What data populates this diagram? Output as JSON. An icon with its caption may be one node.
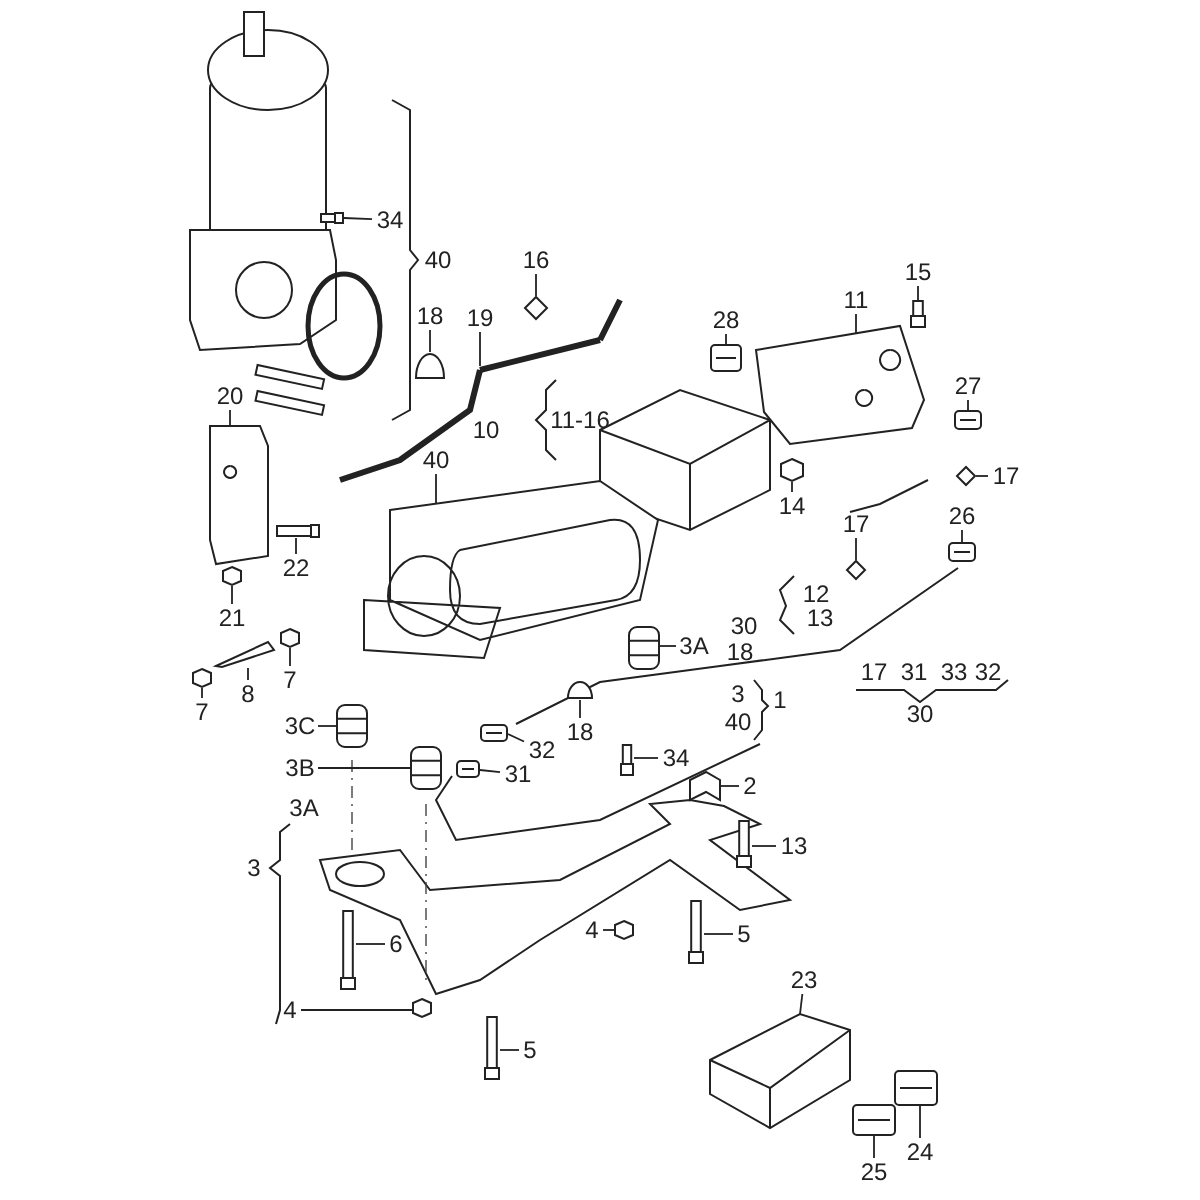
{
  "diagram": {
    "nodes": [
      {
        "text": [
          "34"
        ]
      },
      {
        "text": [
          "16"
        ]
      },
      {
        "text": [
          "18"
        ]
      },
      {
        "text": [
          "19"
        ]
      },
      {
        "text": [
          "28"
        ]
      },
      {
        "text": [
          "11"
        ]
      },
      {
        "text": [
          "15"
        ]
      },
      {
        "text": [
          "20"
        ]
      },
      {
        "text": [
          "27"
        ]
      },
      {
        "text": [
          "40"
        ]
      },
      {
        "text": [
          "17"
        ]
      },
      {
        "text": [
          "14"
        ]
      },
      {
        "text": [
          "26"
        ]
      },
      {
        "text": [
          "17"
        ]
      },
      {
        "text": [
          "22"
        ]
      },
      {
        "text": [
          "21"
        ]
      },
      {
        "text": [
          "3A"
        ]
      },
      {
        "text": [
          "7"
        ]
      },
      {
        "text": [
          "8"
        ]
      },
      {
        "text": [
          "7"
        ]
      },
      {
        "text": [
          "3C"
        ]
      },
      {
        "text": [
          "32"
        ]
      },
      {
        "text": [
          "18"
        ]
      },
      {
        "text": [
          "34"
        ]
      },
      {
        "text": [
          "3B"
        ]
      },
      {
        "text": [
          "31"
        ]
      },
      {
        "text": [
          "2"
        ]
      },
      {
        "text": [
          "13"
        ]
      },
      {
        "text": [
          "4"
        ]
      },
      {
        "text": [
          "6"
        ]
      },
      {
        "text": [
          "5"
        ]
      },
      {
        "text": [
          "23"
        ]
      },
      {
        "text": [
          "4"
        ]
      },
      {
        "text": [
          "5"
        ]
      },
      {
        "text": [
          "24"
        ]
      },
      {
        "text": [
          "25"
        ]
      },
      {
        "text": [
          "40"
        ]
      },
      {
        "text": [
          "11-16"
        ]
      },
      {
        "text": [
          "10"
        ]
      },
      {
        "text": [
          "12"
        ]
      },
      {
        "text": [
          "13"
        ]
      },
      {
        "text": [
          "30"
        ]
      },
      {
        "text": [
          "18"
        ]
      },
      {
        "text": [
          "3"
        ]
      },
      {
        "text": [
          "1"
        ]
      },
      {
        "text": [
          "40"
        ]
      },
      {
        "text": [
          "17"
        ]
      },
      {
        "text": [
          "31"
        ]
      },
      {
        "text": [
          "33"
        ]
      },
      {
        "text": [
          "32"
        ]
      },
      {
        "text": [
          "30"
        ]
      },
      {
        "text": [
          "3A"
        ]
      },
      {
        "text": [
          "3"
        ]
      },
      {
        "text": [],
        "shape": "bolt"
      },
      {
        "text": [],
        "shape": "clip"
      },
      {
        "text": [],
        "shape": "clamp"
      },
      {
        "text": [],
        "shape": "pipe"
      },
      {
        "text": [],
        "shape": "box"
      },
      {
        "text": [],
        "shape": "picture"
      },
      {
        "text": [],
        "shape": "bolt"
      },
      {
        "text": [],
        "shape": "picture"
      },
      {
        "text": [],
        "shape": "box"
      },
      {
        "text": [],
        "shape": "picture"
      },
      {
        "text": [],
        "shape": "clip"
      },
      {
        "text": [],
        "shape": "nut"
      },
      {
        "text": [],
        "shape": "box"
      },
      {
        "text": [],
        "shape": "clip"
      },
      {
        "text": [],
        "shape": "bolt"
      },
      {
        "text": [],
        "shape": "nut"
      },
      {
        "text": [],
        "shape": "bellows"
      },
      {
        "text": [],
        "shape": "nut"
      },
      {
        "text": [],
        "shape": "bar"
      },
      {
        "text": [],
        "shape": "nut"
      },
      {
        "text": [],
        "shape": "bellows"
      },
      {
        "text": [],
        "shape": "box"
      },
      {
        "text": [],
        "shape": "clamp"
      },
      {
        "text": [],
        "shape": "bolt"
      },
      {
        "text": [],
        "shape": "bellows"
      },
      {
        "text": [],
        "shape": "box"
      },
      {
        "text": [],
        "shape": "picture"
      },
      {
        "text": [],
        "shape": "bolt"
      },
      {
        "text": [],
        "shape": "nut"
      },
      {
        "text": [],
        "shape": "bolt"
      },
      {
        "text": [],
        "shape": "bolt"
      },
      {
        "text": [],
        "shape": "picture"
      },
      {
        "text": [],
        "shape": "nut"
      },
      {
        "text": [],
        "shape": "bolt"
      },
      {
        "text": [],
        "shape": "box"
      },
      {
        "text": [],
        "shape": "box"
      }
    ],
    "edges": [
      {
        "from": 0,
        "to": 53,
        "arrow": "none"
      },
      {
        "from": 1,
        "to": 54,
        "arrow": "none"
      },
      {
        "from": 2,
        "to": 55,
        "arrow": "none"
      },
      {
        "from": 3,
        "to": 56,
        "arrow": "none"
      },
      {
        "from": 4,
        "to": 57,
        "arrow": "none"
      },
      {
        "from": 5,
        "to": 58,
        "arrow": "none"
      },
      {
        "from": 6,
        "to": 59,
        "arrow": "none"
      },
      {
        "from": 7,
        "to": 60,
        "arrow": "none"
      },
      {
        "from": 8,
        "to": 61,
        "arrow": "none"
      },
      {
        "from": 9,
        "to": 62,
        "arrow": "none"
      },
      {
        "from": 10,
        "to": 63,
        "arrow": "none"
      },
      {
        "from": 11,
        "to": 64,
        "arrow": "none"
      },
      {
        "from": 12,
        "to": 65,
        "arrow": "none"
      },
      {
        "from": 13,
        "to": 66,
        "arrow": "none"
      },
      {
        "from": 14,
        "to": 67,
        "arrow": "none"
      },
      {
        "from": 15,
        "to": 68,
        "arrow": "none"
      },
      {
        "from": 16,
        "to": 69,
        "arrow": "none"
      },
      {
        "from": 17,
        "to": 70,
        "arrow": "none"
      },
      {
        "from": 18,
        "to": 71,
        "arrow": "none"
      },
      {
        "from": 19,
        "to": 72,
        "arrow": "none"
      },
      {
        "from": 20,
        "to": 73,
        "arrow": "none"
      },
      {
        "from": 21,
        "to": 74,
        "arrow": "none"
      },
      {
        "from": 22,
        "to": 75,
        "arrow": "none"
      },
      {
        "from": 23,
        "to": 76,
        "arrow": "none"
      },
      {
        "from": 24,
        "to": 77,
        "arrow": "none"
      },
      {
        "from": 25,
        "to": 78,
        "arrow": "none"
      },
      {
        "from": 26,
        "to": 79,
        "arrow": "none"
      },
      {
        "from": 27,
        "to": 80,
        "arrow": "none"
      },
      {
        "from": 28,
        "to": 81,
        "arrow": "none"
      },
      {
        "from": 29,
        "to": 82,
        "arrow": "none"
      },
      {
        "from": 30,
        "to": 83,
        "arrow": "none"
      },
      {
        "from": 31,
        "to": 84,
        "arrow": "none"
      },
      {
        "from": 32,
        "to": 85,
        "arrow": "none"
      },
      {
        "from": 33,
        "to": 86,
        "arrow": "none"
      },
      {
        "from": 34,
        "to": 87,
        "arrow": "none"
      },
      {
        "from": 35,
        "to": 88,
        "arrow": "none"
      }
    ]
  }
}
